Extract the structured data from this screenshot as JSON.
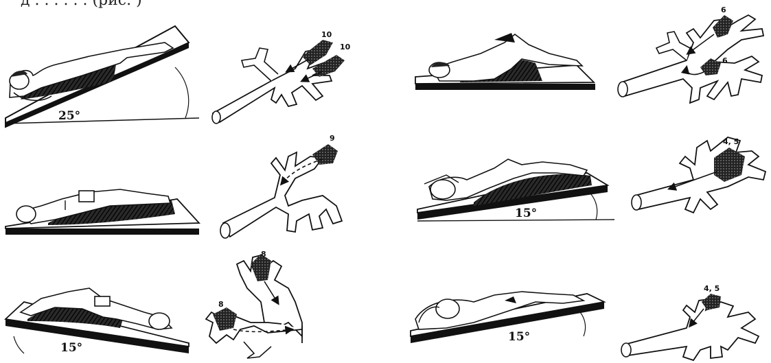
{
  "header_fragment": "д . . . . . . (рис. )",
  "panels": [
    {
      "angle_label": "25°",
      "segment_labels": [
        "10",
        "10"
      ]
    },
    {
      "angle_label": "",
      "segment_labels": [
        "6",
        "6"
      ]
    },
    {
      "angle_label": "",
      "segment_labels": [
        "9"
      ]
    },
    {
      "angle_label": "15°",
      "segment_labels": [
        "4, 5"
      ]
    },
    {
      "angle_label": "15°",
      "segment_labels": [
        "8",
        "8"
      ]
    },
    {
      "angle_label": "15°",
      "segment_labels": [
        "4, 5"
      ]
    }
  ],
  "colors": {
    "ink": "#111111",
    "paper": "#ffffff"
  }
}
